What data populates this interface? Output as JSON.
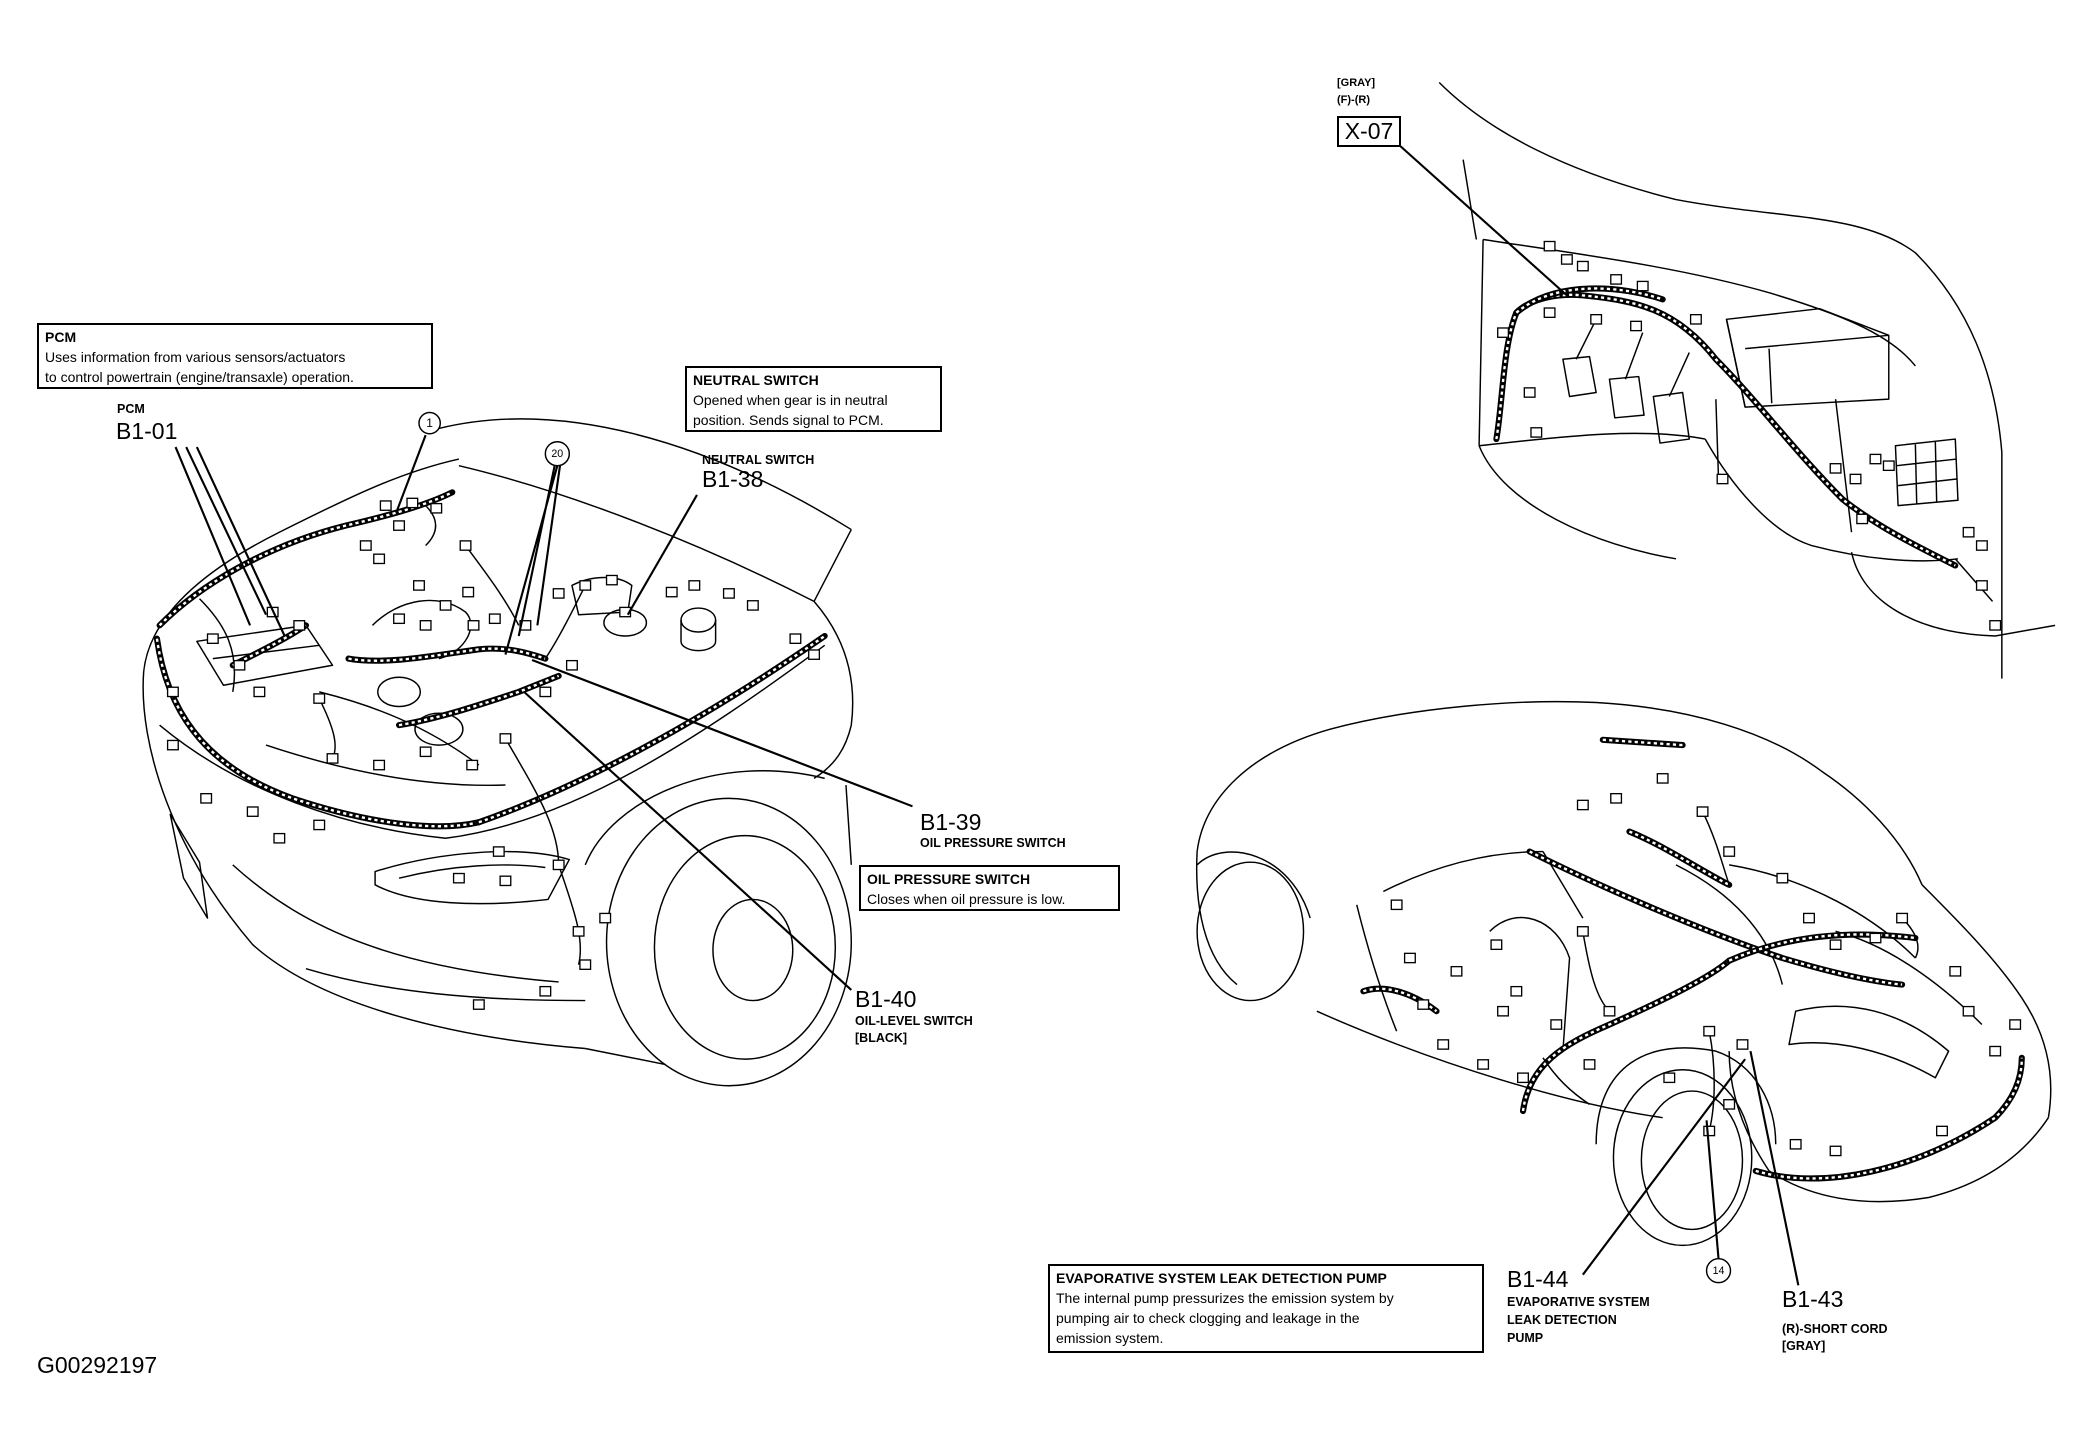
{
  "figure_id": "G00292197",
  "colors": {
    "ink": "#000000",
    "paper": "#ffffff"
  },
  "callouts": {
    "pcm": {
      "title": "PCM",
      "lines": [
        "Uses information from various sensors/actuators",
        "to control powertrain (engine/transaxle) operation."
      ]
    },
    "neutral_switch": {
      "title": "NEUTRAL SWITCH",
      "lines": [
        "Opened when gear is in neutral",
        "position. Sends signal to PCM."
      ]
    },
    "oil_pressure_switch": {
      "title": "OIL PRESSURE SWITCH",
      "lines": [
        "Closes when oil pressure is low."
      ]
    },
    "evap_pump": {
      "title": "EVAPORATIVE SYSTEM LEAK DETECTION PUMP",
      "lines": [
        "The internal pump pressurizes the emission system by",
        "pumping air to check clogging and leakage in the",
        "emission system."
      ]
    }
  },
  "connectors": {
    "b1_01": {
      "caption": [
        "PCM"
      ],
      "code": "B1-01"
    },
    "b1_38": {
      "caption": [
        "NEUTRAL SWITCH"
      ],
      "code": "B1-38"
    },
    "b1_39": {
      "code": "B1-39",
      "caption": [
        "OIL PRESSURE SWITCH"
      ]
    },
    "b1_40": {
      "code": "B1-40",
      "caption": [
        "OIL-LEVEL SWITCH",
        "[BLACK]"
      ]
    },
    "x_07": {
      "caption": [
        "[GRAY]",
        "(F)-(R)"
      ],
      "code": "X-07"
    },
    "b1_44": {
      "code": "B1-44",
      "caption": [
        "EVAPORATIVE SYSTEM",
        "LEAK DETECTION",
        "PUMP"
      ]
    },
    "b1_43": {
      "code": "B1-43",
      "caption": [
        "(R)-SHORT CORD",
        "[GRAY]"
      ]
    }
  },
  "circled_numbers": {
    "n1": "1",
    "n20": "20",
    "n14": "14"
  }
}
